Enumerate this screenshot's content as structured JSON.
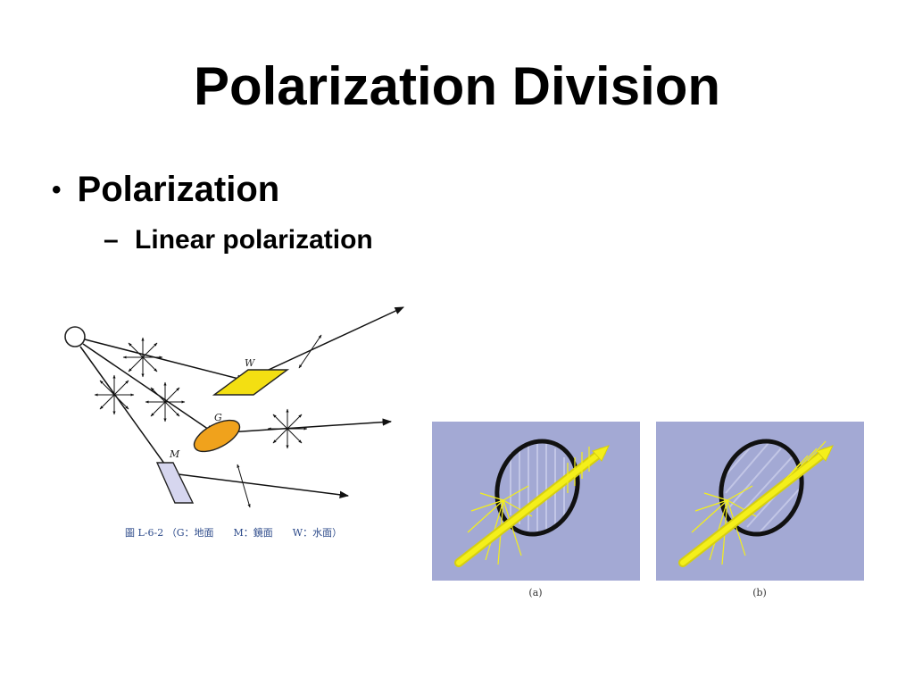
{
  "slide": {
    "title": "Polarization Division",
    "bullet_level1": "Polarization",
    "bullet_level2": "Linear polarization"
  },
  "figure_left": {
    "label_w": "W",
    "label_g": "G",
    "label_m": "M",
    "caption": "圖 L-6-2 （G：地面　　M：鏡面　　W：水面）",
    "colors": {
      "water": "#f3df12",
      "ground": "#f0a21c",
      "mirror": "#d6d6ef"
    }
  },
  "figure_right": {
    "panel_a_label": "(a)",
    "panel_b_label": "(b)",
    "colors": {
      "background": "#a3a9d4",
      "ray": "#f4ef1a",
      "ring": "#111111"
    }
  }
}
